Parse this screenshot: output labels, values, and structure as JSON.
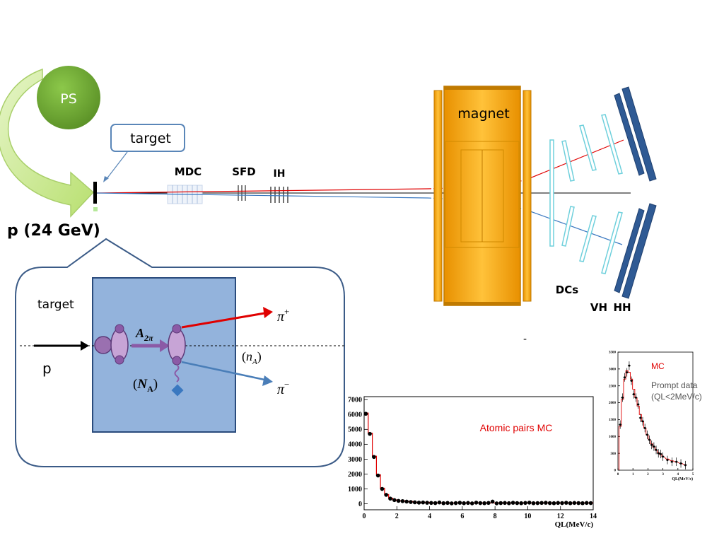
{
  "labels": {
    "ps": "PS",
    "target_box": "target",
    "beam": "p (24 GeV)",
    "mdc": "MDC",
    "sfd": "SFD",
    "ih": "IH",
    "magnet": "magnet",
    "dcs": "DCs",
    "vh": "VH",
    "hh": "HH",
    "dash": "-"
  },
  "inset": {
    "target": "target",
    "p": "p",
    "a2pi": "A",
    "a2pi_sub": "2π",
    "na_open": "(",
    "na": "N",
    "na_sub": "A",
    "na_close": ")",
    "nA_open": "(",
    "nA": "n",
    "nA_sub": "A",
    "nA_close": ")",
    "pi": "π",
    "plus": "+",
    "minus": "−"
  },
  "colors": {
    "red": "#e00000",
    "blue": "#3a78c0",
    "magnet": "#f4a20a",
    "ps": "#6aa230",
    "arrow": "#c9e88a",
    "panel": "#93b3dc",
    "panel_border": "#2a4b7c",
    "chamber": "#6fd0dc",
    "hodoscope": "#2f5a94"
  },
  "chart_data": [
    {
      "type": "scatter",
      "title": "Atomic pairs MC",
      "xlabel": "QL(MeV/c)",
      "ylabel": "",
      "xlim": [
        0,
        14
      ],
      "ylim": [
        -400,
        7200
      ],
      "xticks": [
        0,
        2,
        4,
        6,
        8,
        10,
        12,
        14
      ],
      "yticks": [
        0,
        1000,
        2000,
        3000,
        4000,
        5000,
        6000,
        7000
      ],
      "points": [
        [
          0.1,
          6050
        ],
        [
          0.35,
          4700
        ],
        [
          0.6,
          3150
        ],
        [
          0.85,
          1900
        ],
        [
          1.1,
          1000
        ],
        [
          1.35,
          600
        ],
        [
          1.6,
          350
        ],
        [
          1.85,
          250
        ],
        [
          2.1,
          200
        ],
        [
          2.35,
          180
        ],
        [
          2.6,
          150
        ],
        [
          2.85,
          120
        ],
        [
          3.1,
          100
        ],
        [
          3.35,
          80
        ],
        [
          3.6,
          90
        ],
        [
          3.85,
          70
        ],
        [
          4.1,
          60
        ],
        [
          4.35,
          50
        ],
        [
          4.6,
          90
        ],
        [
          4.85,
          40
        ],
        [
          5.1,
          60
        ],
        [
          5.35,
          30
        ],
        [
          5.6,
          50
        ],
        [
          5.85,
          70
        ],
        [
          6.1,
          40
        ],
        [
          6.35,
          60
        ],
        [
          6.6,
          30
        ],
        [
          6.85,
          80
        ],
        [
          7.1,
          50
        ],
        [
          7.35,
          40
        ],
        [
          7.6,
          60
        ],
        [
          7.85,
          150
        ],
        [
          8.1,
          30
        ],
        [
          8.35,
          50
        ],
        [
          8.6,
          60
        ],
        [
          8.85,
          40
        ],
        [
          9.1,
          70
        ],
        [
          9.35,
          50
        ],
        [
          9.6,
          40
        ],
        [
          9.85,
          60
        ],
        [
          10.1,
          80
        ],
        [
          10.35,
          40
        ],
        [
          10.6,
          50
        ],
        [
          10.85,
          60
        ],
        [
          11.1,
          70
        ],
        [
          11.35,
          50
        ],
        [
          11.6,
          40
        ],
        [
          11.85,
          60
        ],
        [
          12.1,
          50
        ],
        [
          12.35,
          70
        ],
        [
          12.6,
          40
        ],
        [
          12.85,
          60
        ],
        [
          13.1,
          50
        ],
        [
          13.35,
          40
        ],
        [
          13.6,
          60
        ],
        [
          13.85,
          50
        ]
      ],
      "mc_line": [
        [
          0,
          6100
        ],
        [
          0.25,
          6100
        ],
        [
          0.25,
          4750
        ],
        [
          0.5,
          4750
        ],
        [
          0.5,
          3200
        ],
        [
          0.75,
          3200
        ],
        [
          0.75,
          1950
        ],
        [
          1.0,
          1950
        ],
        [
          1.0,
          1050
        ],
        [
          1.25,
          1050
        ],
        [
          1.25,
          620
        ],
        [
          1.5,
          620
        ],
        [
          1.5,
          380
        ],
        [
          1.75,
          380
        ],
        [
          1.75,
          260
        ],
        [
          2.0,
          260
        ],
        [
          2.0,
          200
        ],
        [
          2.5,
          200
        ],
        [
          2.5,
          150
        ],
        [
          3.0,
          150
        ],
        [
          3.0,
          100
        ],
        [
          4.0,
          100
        ],
        [
          4.0,
          60
        ],
        [
          14,
          60
        ]
      ]
    },
    {
      "type": "bar",
      "legend": [
        "MC",
        "Prompt data",
        "(QL<2MeV/c)"
      ],
      "xlabel": "QL(MeV/c)",
      "xlim": [
        0,
        5
      ],
      "ylim": [
        0,
        3500
      ],
      "xticks": [
        0,
        1,
        2,
        3,
        4,
        5
      ],
      "yticks": [
        0,
        500,
        1000,
        1500,
        2000,
        2500,
        3000,
        3500
      ],
      "points": [
        [
          0.15,
          1350
        ],
        [
          0.3,
          2150
        ],
        [
          0.45,
          2750
        ],
        [
          0.6,
          2900
        ],
        [
          0.75,
          3100
        ],
        [
          0.9,
          2650
        ],
        [
          1.05,
          2250
        ],
        [
          1.2,
          2150
        ],
        [
          1.35,
          1950
        ],
        [
          1.5,
          1550
        ],
        [
          1.65,
          1450
        ],
        [
          1.8,
          1250
        ],
        [
          1.95,
          1050
        ],
        [
          2.1,
          900
        ],
        [
          2.25,
          750
        ],
        [
          2.4,
          700
        ],
        [
          2.55,
          600
        ],
        [
          2.7,
          500
        ],
        [
          2.85,
          480
        ],
        [
          3.0,
          400
        ],
        [
          3.3,
          300
        ],
        [
          3.6,
          250
        ],
        [
          3.9,
          250
        ],
        [
          4.2,
          200
        ],
        [
          4.5,
          150
        ]
      ],
      "mc_values": [
        1300,
        2100,
        2700,
        2950,
        2900,
        2700,
        2400,
        2150,
        1900,
        1650,
        1450,
        1250,
        1050,
        900,
        780,
        680,
        590,
        520,
        460,
        400,
        330,
        280,
        240,
        200,
        160
      ]
    }
  ]
}
